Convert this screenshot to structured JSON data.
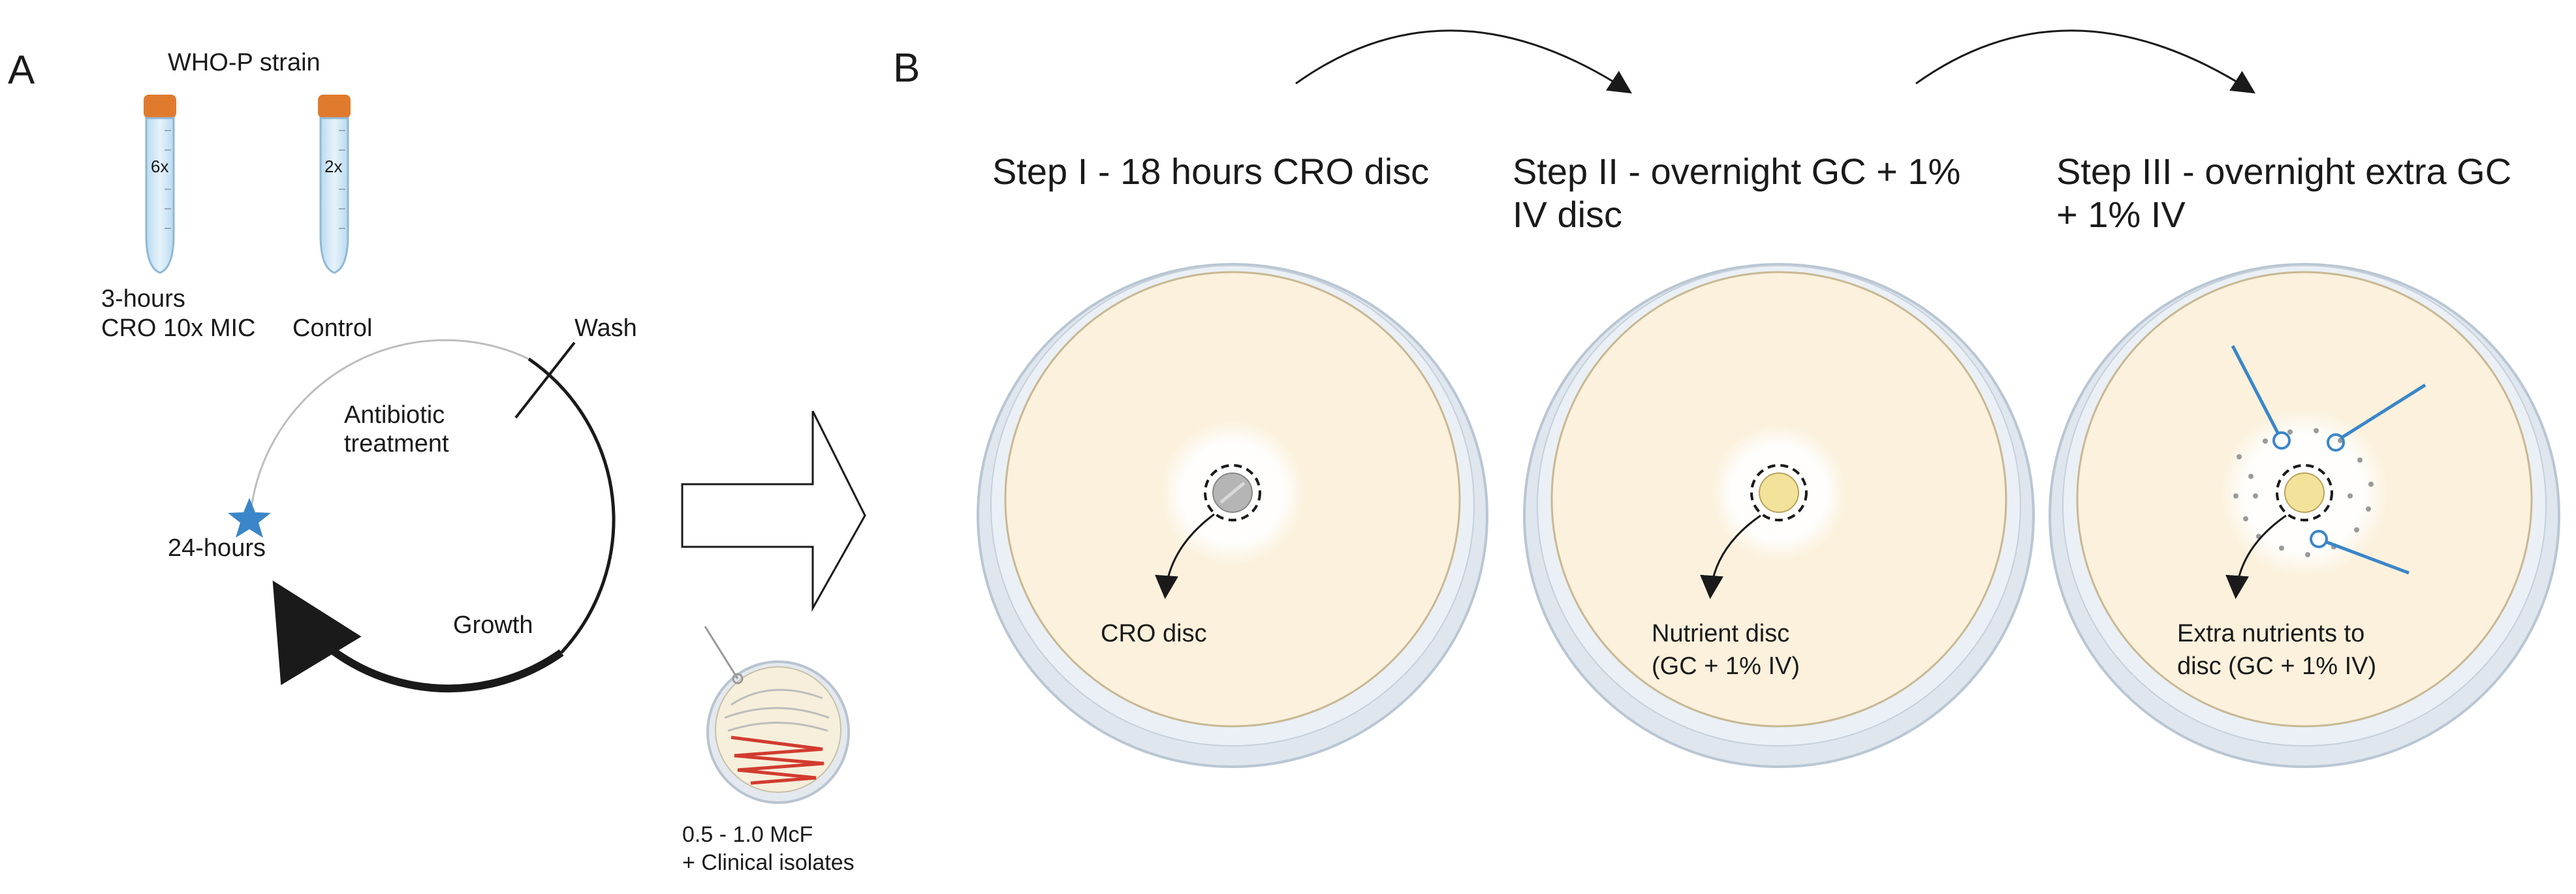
{
  "panel_a": {
    "letter": "A",
    "strain_title": "WHO-P strain",
    "tube_left_mark": "6x",
    "tube_right_mark": "2x",
    "treated_label_line1": "3-hours",
    "treated_label_line2": "CRO 10x MIC",
    "control_label": "Control",
    "cycle": {
      "wash": "Wash",
      "antibiotic_line1": "Antibiotic",
      "antibiotic_line2": "treatment",
      "time_point": "24-hours",
      "growth": "Growth"
    },
    "inoculum_line1": "0.5 - 1.0 McF",
    "inoculum_line2": "+ Clinical isolates"
  },
  "panel_b": {
    "letter": "B",
    "steps": [
      {
        "title_line1": "Step I - 18 hours CRO disc",
        "title_line2": "",
        "disc_label_line1": "CRO disc",
        "disc_label_line2": ""
      },
      {
        "title_line1": "Step II - overnight GC + 1%",
        "title_line2": "IV disc",
        "disc_label_line1": "Nutrient disc",
        "disc_label_line2": "(GC + 1% IV)"
      },
      {
        "title_line1": "Step III - overnight extra GC",
        "title_line2": "+ 1% IV",
        "disc_label_line1": "Extra nutrients to",
        "disc_label_line2": "disc (GC + 1% IV)"
      }
    ]
  },
  "colors": {
    "agar": "#fbf1dc",
    "plate_rim": "#d8e2ec",
    "tube_cap": "#e07b2e",
    "tube_body": "#cfe6f5",
    "accent_blue": "#3a86c8",
    "streak_red": "#d23b2f",
    "cro_disc": "#b5b5b5",
    "nutrient_disc": "#f3e29a"
  },
  "icons": [
    "star-icon",
    "arrow-right-icon",
    "petri-dish-icon",
    "falcon-tube-icon"
  ]
}
